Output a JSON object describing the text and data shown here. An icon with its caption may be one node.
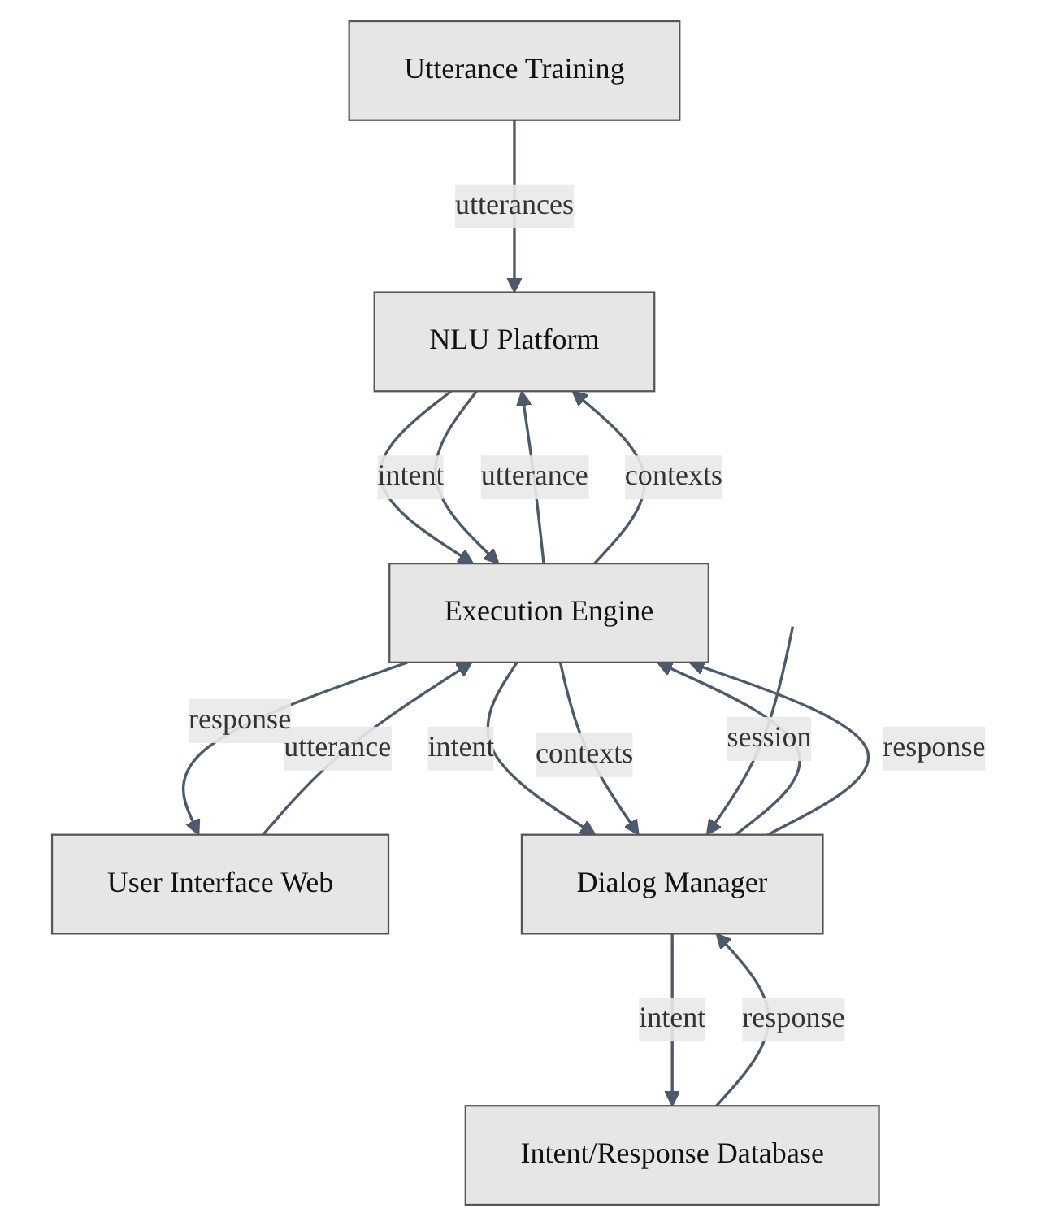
{
  "diagram": {
    "nodes": [
      {
        "text": [
          "Utterance Training"
        ]
      },
      {
        "text": [
          "NLU Platform"
        ]
      },
      {
        "text": [
          "User Interface Web"
        ]
      },
      {
        "text": [
          "Execution Engine"
        ]
      },
      {
        "text": [
          "Dialog Manager"
        ]
      },
      {
        "text": [
          "Intent/Response Database"
        ]
      }
    ],
    "edges": [
      {
        "from": 0,
        "to": 1,
        "arrow": "to",
        "label": "utterances"
      },
      {
        "from": 3,
        "to": 1,
        "arrow": "to",
        "label": "utterance"
      },
      {
        "from": 3,
        "to": 1,
        "arrow": "to",
        "label": "contexts"
      },
      {
        "from": 1,
        "to": 3,
        "arrow": "to"
      },
      {
        "from": 1,
        "to": 3,
        "arrow": "to",
        "label": "intent"
      },
      {
        "from": 2,
        "to": 3,
        "arrow": "to",
        "label": "utterance"
      },
      {
        "from": 3,
        "to": 2,
        "arrow": "to",
        "label": "response"
      },
      {
        "from": 3,
        "to": 4,
        "arrow": "to",
        "label": "intent"
      },
      {
        "from": 3,
        "to": 4,
        "arrow": "to",
        "label": "contexts"
      },
      {
        "from": 4,
        "to": 3,
        "arrow": "to"
      },
      {
        "from": 4,
        "to": 3,
        "arrow": "to",
        "label": "response"
      },
      {
        "from": null,
        "to": 4,
        "arrow": "to",
        "label": "session"
      },
      {
        "from": 4,
        "to": 5,
        "arrow": "to",
        "label": "intent"
      },
      {
        "from": 5,
        "to": 4,
        "arrow": "to",
        "label": "response"
      }
    ]
  }
}
